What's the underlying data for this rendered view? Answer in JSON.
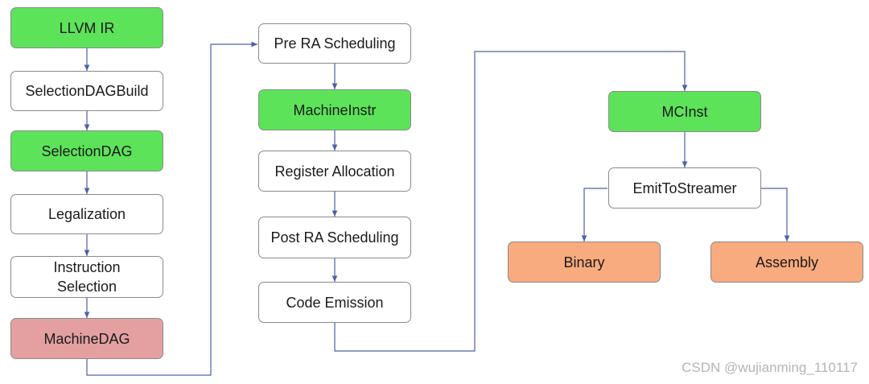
{
  "column1": {
    "llvm_ir": "LLVM IR",
    "selection_dag_build": "SelectionDAGBuild",
    "selection_dag": "SelectionDAG",
    "legalization": "Legalization",
    "instruction_selection": "Instruction Selection",
    "machine_dag": "MachineDAG"
  },
  "column2": {
    "pre_ra_scheduling": "Pre RA Scheduling",
    "machine_instr": "MachineInstr",
    "register_allocation": "Register Allocation",
    "post_ra_scheduling": "Post RA Scheduling",
    "code_emission": "Code Emission"
  },
  "column3": {
    "mcinst": "MCInst",
    "emit_to_streamer": "EmitToStreamer",
    "binary": "Binary",
    "assembly": "Assembly"
  },
  "watermark": "CSDN @wujianming_110117",
  "colors": {
    "green": "#5de35a",
    "red": "#e4a0a1",
    "orange": "#f8ab7e",
    "white": "#ffffff",
    "connector": "#4f5fa8"
  }
}
